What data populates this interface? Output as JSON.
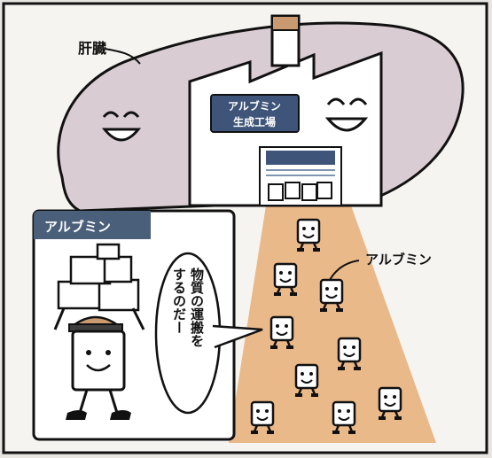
{
  "labels": {
    "liver": "肝臓",
    "factory_sign_line1": "アルブミン",
    "factory_sign_line2": "生成工場",
    "albumin": "アルブミン"
  },
  "panel": {
    "title": "アルブミン",
    "speech_lines": [
      "物質の運搬を",
      "するのだー"
    ]
  },
  "colors": {
    "liver_fill": "#d9cdd3",
    "beam_fill": "#eab98a",
    "panel_header": "#4a5f7a",
    "factory_sign": "#3e5579",
    "outline": "#111111"
  }
}
